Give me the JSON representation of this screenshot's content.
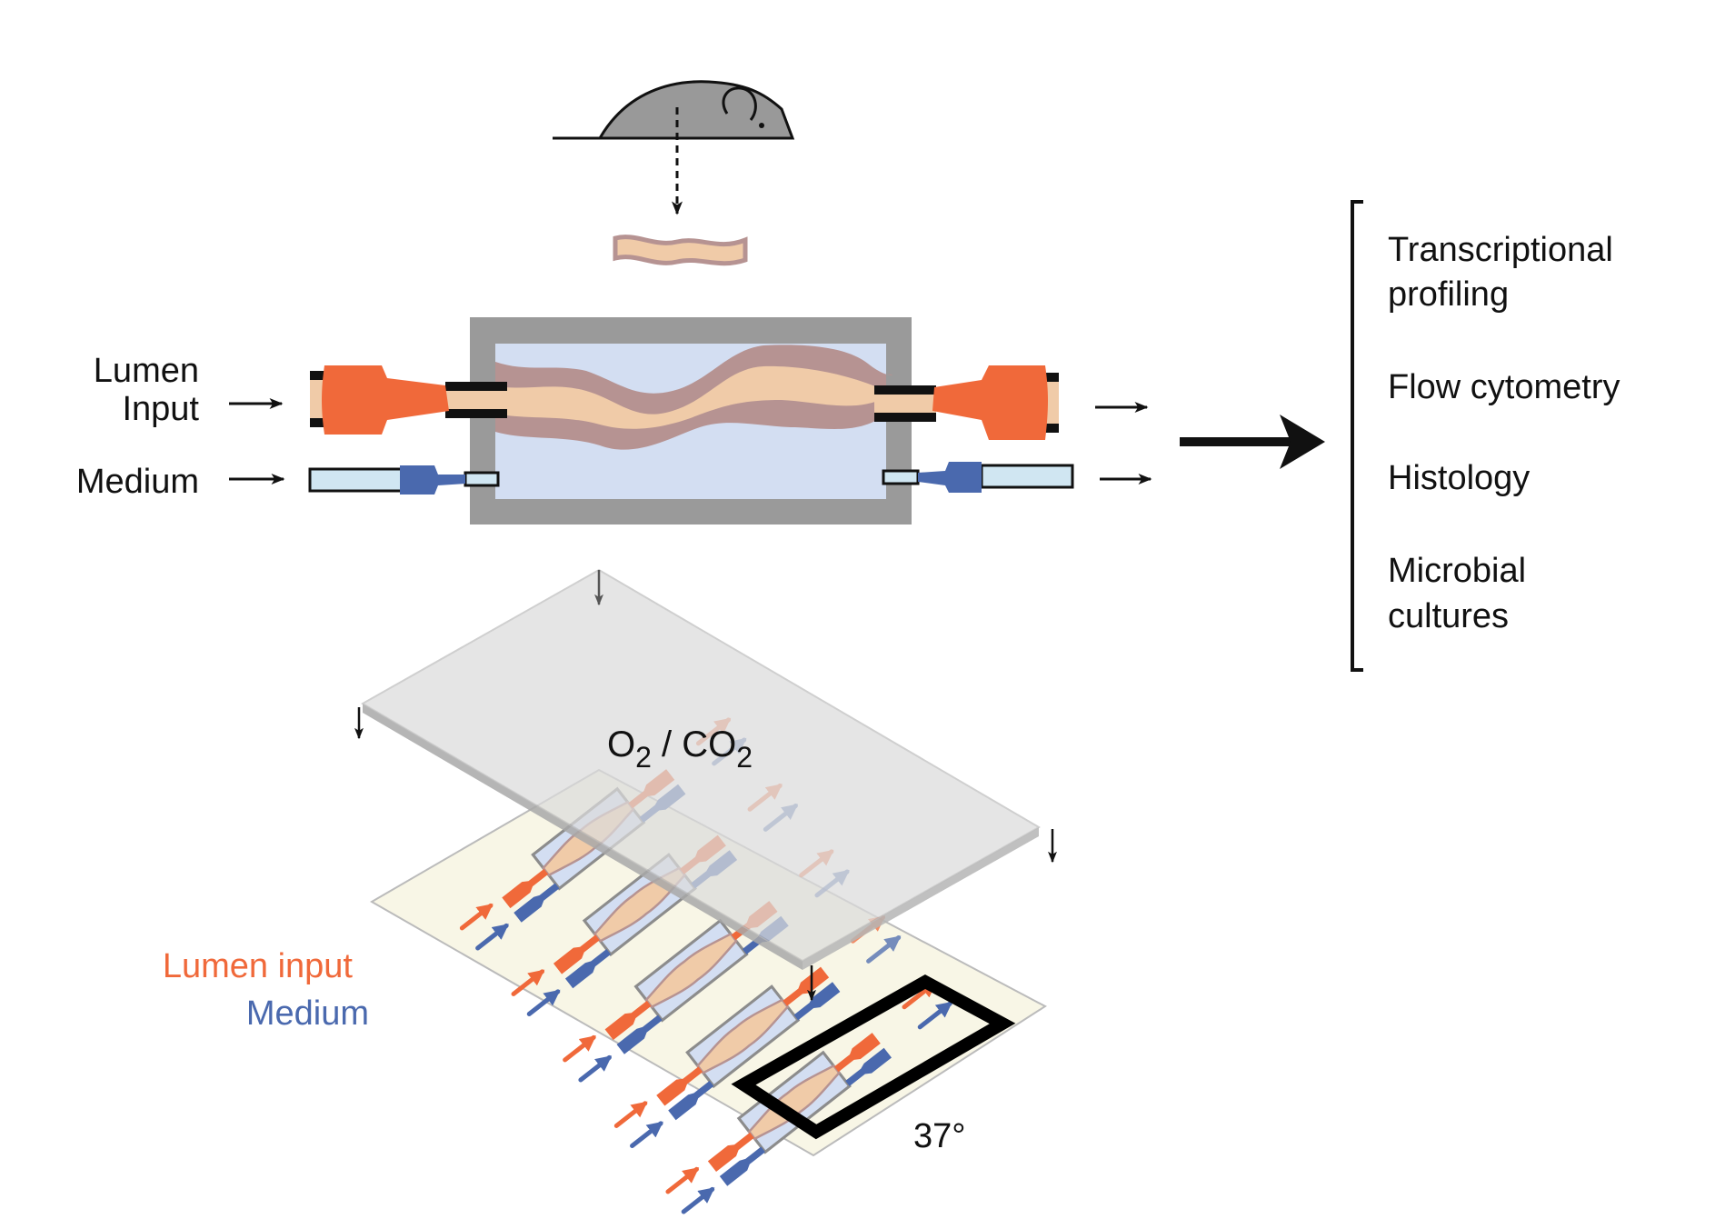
{
  "labels": {
    "lumen_input_line1": "Lumen",
    "lumen_input_line2": "Input",
    "medium": "Medium",
    "gas": "O",
    "gas_sub1": "2",
    "gas_sep": " / CO",
    "gas_sub2": "2",
    "lumen_input_legend": "Lumen input",
    "medium_legend": "Medium",
    "temperature": "37°"
  },
  "outputs": [
    {
      "line1": "Transcriptional",
      "line2": "profiling"
    },
    {
      "line1": "Flow cytometry",
      "line2": ""
    },
    {
      "line1": "Histology",
      "line2": ""
    },
    {
      "line1": "Microbial",
      "line2": "cultures"
    }
  ],
  "colors": {
    "lumen_orange": "#f0693a",
    "medium_blue": "#4a69ae",
    "tissue_tan": "#f0cba8",
    "tissue_wall": "#b69392",
    "chamber_fill": "#d3def2",
    "frame_gray": "#9a9a9a",
    "lid_gray": "#e4e4e4",
    "base_cream": "#f8f6e6",
    "mouse_gray": "#999999"
  },
  "icons": {
    "mouse": "mouse-icon",
    "tissue": "tissue-segment-icon",
    "device": "organ-chip-device",
    "array": "chip-array"
  }
}
